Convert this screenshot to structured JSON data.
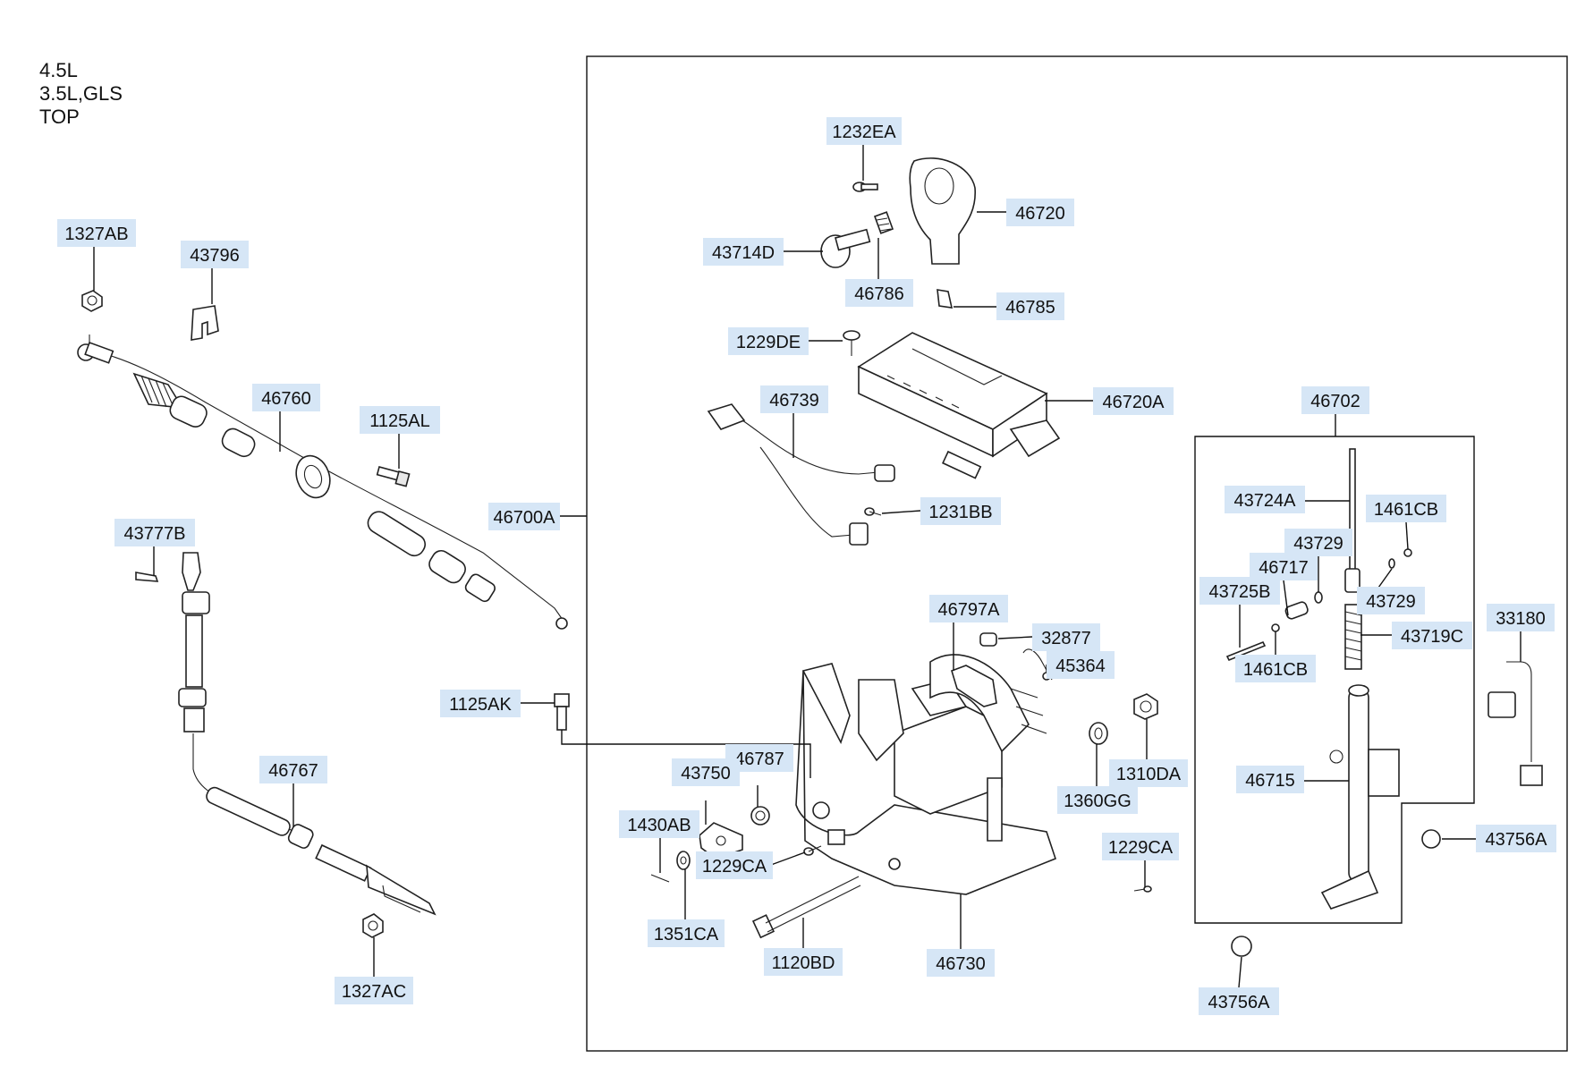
{
  "variants": [
    "4.5L",
    "3.5L,GLS",
    "TOP"
  ],
  "labels": {
    "p1232EA": "1232EA",
    "p46720": "46720",
    "p43714D": "43714D",
    "p46786": "46786",
    "p46785": "46785",
    "p1229DE": "1229DE",
    "p46739": "46739",
    "p46720A": "46720A",
    "p1231BB": "1231BB",
    "p46700A": "46700A",
    "p46702": "46702",
    "p43724A": "43724A",
    "p1461CB_a": "1461CB",
    "p43729_a": "43729",
    "p46717": "46717",
    "p43729_b": "43729",
    "p43725B": "43725B",
    "p43719C": "43719C",
    "p1461CB_b": "1461CB",
    "p33180": "33180",
    "p46715": "46715",
    "p43756A_a": "43756A",
    "p43756A_b": "43756A",
    "p1327AB": "1327AB",
    "p43796": "43796",
    "p46760": "46760",
    "p1125AL": "1125AL",
    "p43777B": "43777B",
    "p46767": "46767",
    "p1327AC": "1327AC",
    "p46797A": "46797A",
    "p32877": "32877",
    "p45364": "45364",
    "p1125AK": "1125AK",
    "p1310DA": "1310DA",
    "p1360GG": "1360GG",
    "p46787": "46787",
    "p43750": "43750",
    "p1430AB": "1430AB",
    "p1229CA_a": "1229CA",
    "p1229CA_b": "1229CA",
    "p1351CA": "1351CA",
    "p1120BD": "1120BD",
    "p46730": "46730"
  },
  "colors": {
    "label_bg": "#d6e6f6",
    "line": "#111111"
  }
}
